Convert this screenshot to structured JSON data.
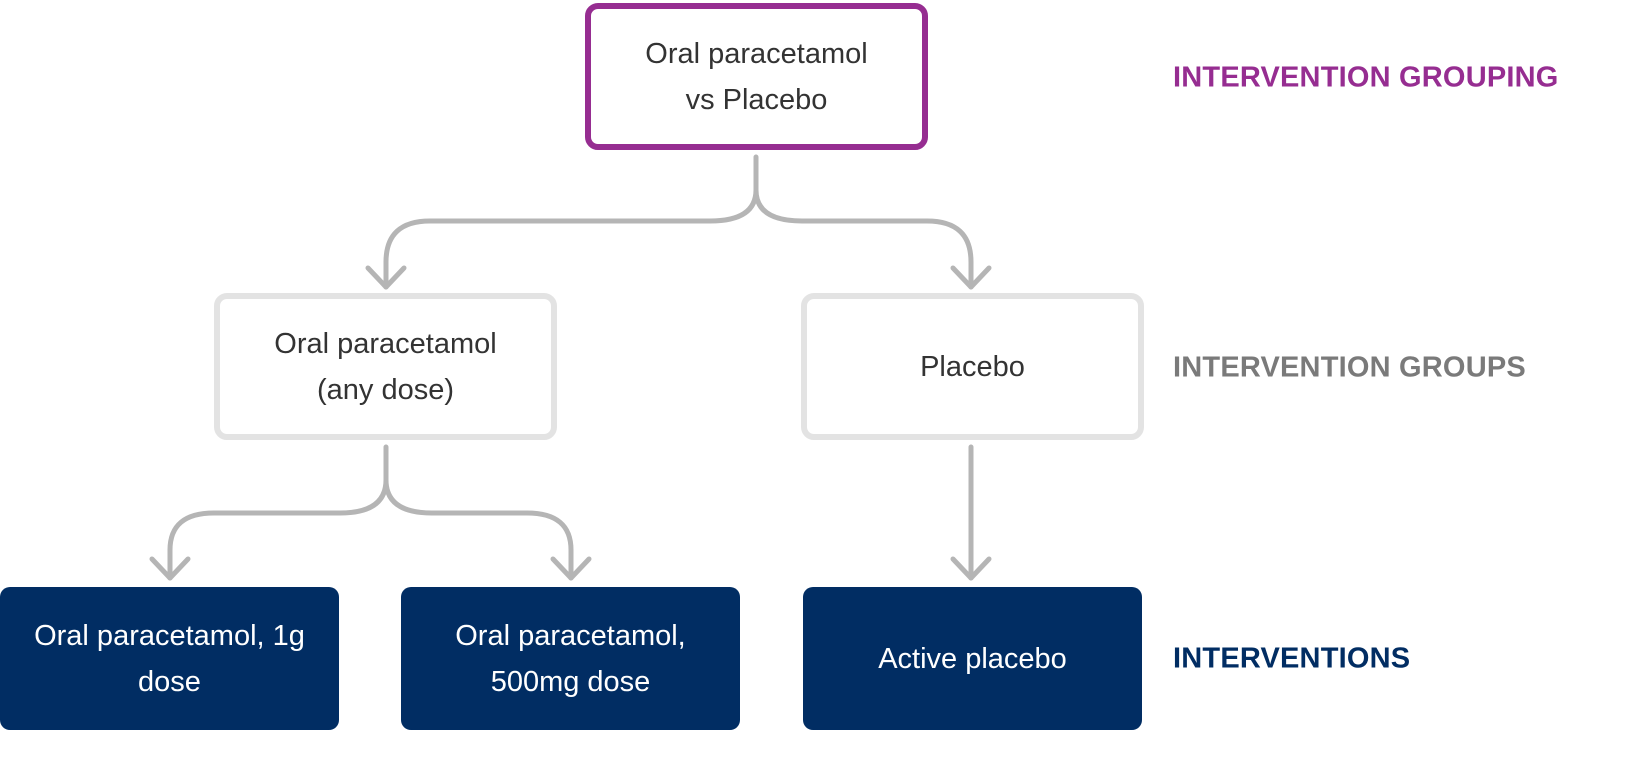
{
  "diagram": {
    "type": "hierarchy",
    "colors": {
      "grouping": "#962d91",
      "groups_border": "#e3e3e3",
      "groups_label": "#7a7a7a",
      "interventions": "#012d63",
      "connector": "#b5b5b5",
      "text_dark": "#333333"
    },
    "levels": {
      "grouping": "INTERVENTION GROUPING",
      "groups": "INTERVENTION GROUPS",
      "interventions": "INTERVENTIONS"
    },
    "grouping_node": {
      "line1": "Oral paracetamol",
      "line2": "vs Placebo"
    },
    "group_nodes": [
      {
        "line1": "Oral paracetamol",
        "line2": "(any dose)"
      },
      {
        "line1": "Placebo",
        "line2": ""
      }
    ],
    "intervention_nodes": [
      {
        "line1": "Oral paracetamol, 1g",
        "line2": "dose"
      },
      {
        "line1": "Oral paracetamol,",
        "line2": "500mg dose"
      },
      {
        "line1": "Active placebo",
        "line2": ""
      }
    ],
    "edges": [
      {
        "from": "grouping_node",
        "to": "group_nodes.0"
      },
      {
        "from": "grouping_node",
        "to": "group_nodes.1"
      },
      {
        "from": "group_nodes.0",
        "to": "intervention_nodes.0"
      },
      {
        "from": "group_nodes.0",
        "to": "intervention_nodes.1"
      },
      {
        "from": "group_nodes.1",
        "to": "intervention_nodes.2"
      }
    ]
  }
}
